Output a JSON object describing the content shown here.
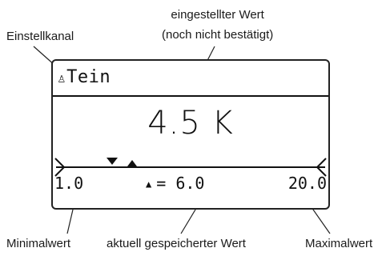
{
  "callouts": {
    "channel": "Einstellkanal",
    "set_value_line1": "eingestellter Wert",
    "set_value_line2": "(noch nicht bestätigt)",
    "min": "Minimalwert",
    "saved": "aktuell gespeicherter Wert",
    "max": "Maximalwert"
  },
  "display": {
    "channel_icon": "lock-icon",
    "channel_glyph": "♙",
    "channel_name": "Tein",
    "set_value": "4.5 K",
    "min_label": "1.0",
    "max_label": "20.0",
    "saved_label": "= 6.0",
    "saved_icon": "up-triangle-icon"
  },
  "scale": {
    "min": 1.0,
    "max": 20.0,
    "set_value": 4.5,
    "saved_value": 6.0
  }
}
